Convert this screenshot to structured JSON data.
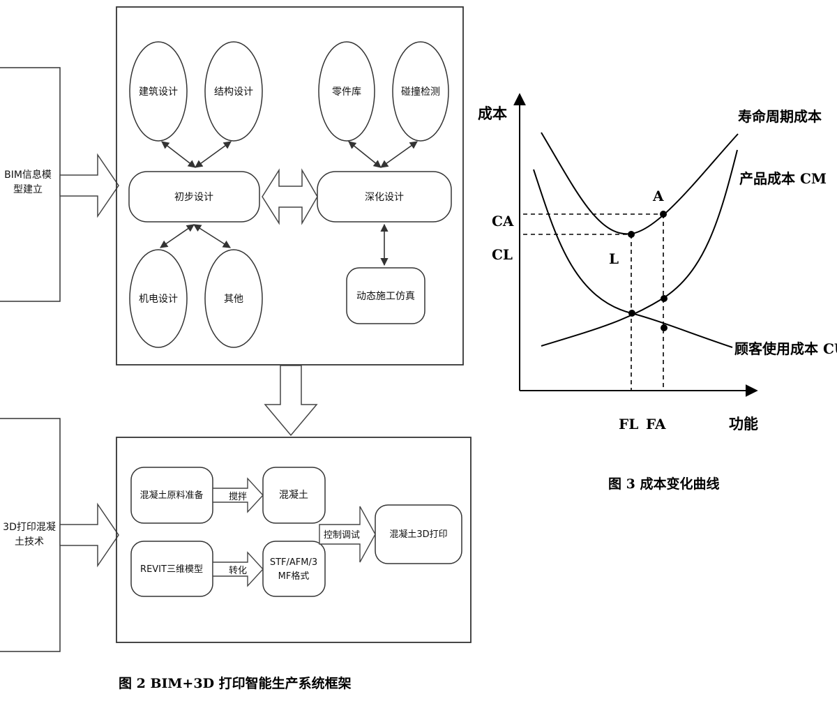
{
  "fig2": {
    "side_bim": [
      "BIM信息模",
      "型建立"
    ],
    "side_3dp": [
      "3D打印混凝",
      "土技术"
    ],
    "n_arch": "建筑设计",
    "n_struct": "结构设计",
    "n_parts": "零件库",
    "n_clash": "碰撞检测",
    "n_prelim": "初步设计",
    "n_deep": "深化设计",
    "n_mep": "机电设计",
    "n_other": "其他",
    "n_sim": "动态施工仿真",
    "n_raw": "混凝土原料准备",
    "a_mix": "搅拌",
    "n_concrete": "混凝土",
    "n_revit": "REVIT三维模型",
    "a_convert": "转化",
    "n_format": [
      "STF/AFM/3",
      "MF格式"
    ],
    "a_control": "控制调试",
    "n_print": "混凝土3D打印",
    "caption": "图 2  BIM+3D 打印智能生产系统框架"
  },
  "fig3": {
    "ylabel": "成本",
    "xlabel": "功能",
    "curve_life": "寿命周期成本",
    "curve_product": "产品成本 CM",
    "curve_user": "顾客使用成本 CU",
    "y_ca": "CA",
    "y_cl": "CL",
    "pt_a": "A",
    "pt_l": "L",
    "x_fl": "FL",
    "x_fa": "FA",
    "caption": "图 3  成本变化曲线"
  }
}
